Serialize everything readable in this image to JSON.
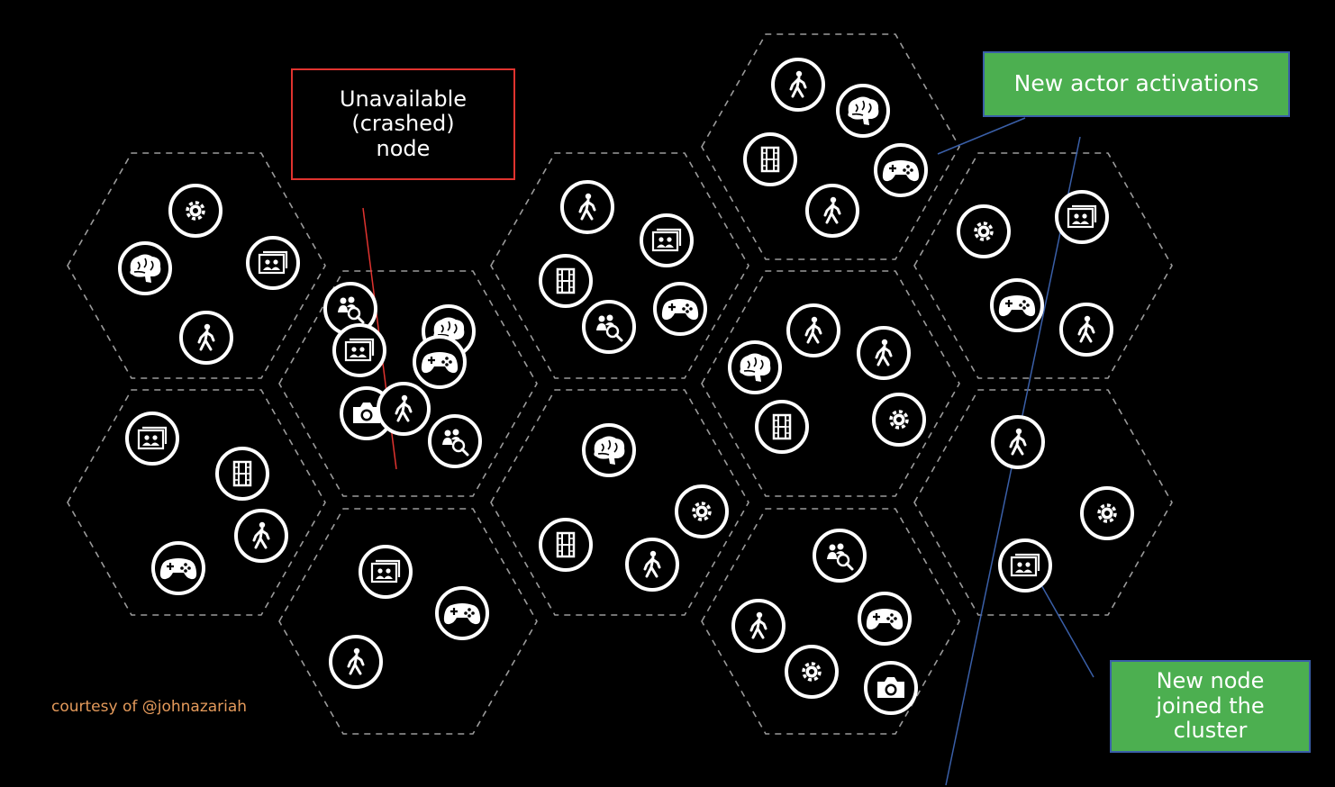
{
  "callouts": {
    "crashed_node": "Unavailable\n(crashed)\nnode",
    "new_activations": "New actor activations",
    "new_node": "New node\njoined the\ncluster"
  },
  "credit": "courtesy of @johnazariah",
  "colors": {
    "background": "#000000",
    "hex_border": "#9a9a9a",
    "icon_ring": "#ffffff",
    "crashed_border": "#e0332f",
    "callout_fill": "#4caf50",
    "callout_border": "#3a5fa8",
    "connector_red": "#e0332f",
    "connector_blue": "#3a5fa8",
    "credit_text": "#e49a5b"
  },
  "nodes": [
    {
      "id": "node-1",
      "actors": [
        "settings",
        "brain",
        "photos",
        "walk"
      ]
    },
    {
      "id": "node-2",
      "actors": [
        "photos",
        "film",
        "walk",
        "gamepad"
      ]
    },
    {
      "id": "node-crashed",
      "state": "crashed",
      "actors": [
        "people-search",
        "brain",
        "photos",
        "gamepad",
        "camera",
        "walk",
        "people-search"
      ]
    },
    {
      "id": "node-4",
      "actors": [
        "photos",
        "gamepad",
        "walk"
      ]
    },
    {
      "id": "node-5",
      "actors": [
        "walk",
        "photos",
        "film",
        "people-search",
        "gamepad"
      ]
    },
    {
      "id": "node-6",
      "actors": [
        "brain",
        "settings",
        "film",
        "walk"
      ]
    },
    {
      "id": "node-7",
      "actors": [
        "walk",
        "brain",
        "film",
        "gamepad",
        "walk"
      ]
    },
    {
      "id": "node-8",
      "actors": [
        "walk",
        "walk",
        "brain",
        "film",
        "settings"
      ]
    },
    {
      "id": "node-9",
      "actors": [
        "people-search",
        "walk",
        "gamepad",
        "settings",
        "camera"
      ]
    },
    {
      "id": "node-10",
      "actors": [
        "settings",
        "photos",
        "gamepad",
        "walk"
      ]
    },
    {
      "id": "node-new",
      "state": "joined",
      "actors": [
        "walk",
        "settings",
        "photos"
      ]
    }
  ]
}
